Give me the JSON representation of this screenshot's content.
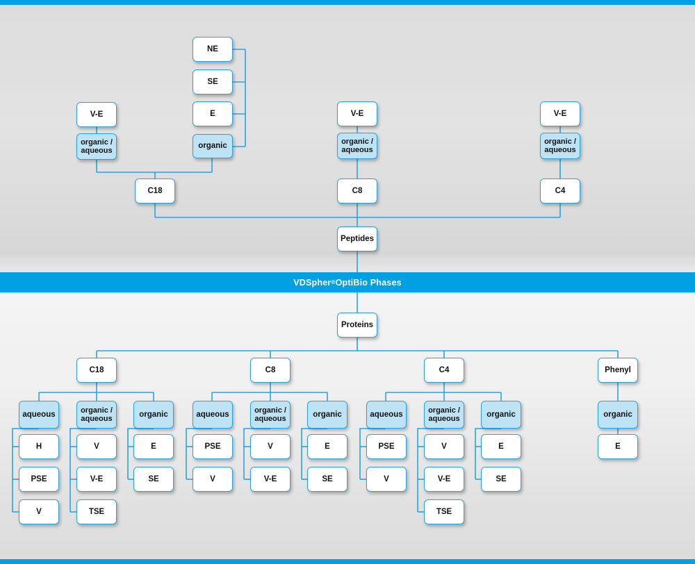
{
  "meta": {
    "accent_blue": "#00a0e3",
    "line_blue": "#2ba2e0",
    "node_fill_white": "#ffffff",
    "node_fill_blue": "#bde3f5",
    "background": "#dcdcdc"
  },
  "banner": {
    "brand": "VDSpher",
    "registered": "®",
    "product": " OptiBio Phases"
  },
  "chart_data": {
    "type": "diagram",
    "title": "VDSpher® OptiBio Phases",
    "sections": [
      "Peptides",
      "Proteins"
    ]
  },
  "peptides": {
    "root_label": "Peptides",
    "branches": [
      {
        "phase": "C18",
        "modes": [
          {
            "label": "organic /\naqueous",
            "fill": "blue",
            "parent_label": "V-E",
            "children": []
          },
          {
            "label": "organic",
            "fill": "blue",
            "parent_label": "",
            "children": [
              "NE",
              "SE",
              "E"
            ]
          }
        ]
      },
      {
        "phase": "C8",
        "modes": [
          {
            "label": "organic /\naqueous",
            "fill": "blue",
            "parent_label": "V-E",
            "children": []
          }
        ]
      },
      {
        "phase": "C4",
        "modes": [
          {
            "label": "organic /\naqueous",
            "fill": "blue",
            "parent_label": "V-E",
            "children": []
          }
        ]
      }
    ]
  },
  "proteins": {
    "root_label": "Proteins",
    "branches": [
      {
        "phase": "C18",
        "modes": [
          {
            "label": "aqueous",
            "children": [
              "H",
              "PSE",
              "V"
            ]
          },
          {
            "label": "organic /\naqueous",
            "children": [
              "V",
              "V-E",
              "TSE"
            ]
          },
          {
            "label": "organic",
            "children": [
              "E",
              "SE"
            ]
          }
        ]
      },
      {
        "phase": "C8",
        "modes": [
          {
            "label": "aqueous",
            "children": [
              "PSE",
              "V"
            ]
          },
          {
            "label": "organic /\naqueous",
            "children": [
              "V",
              "V-E"
            ]
          },
          {
            "label": "organic",
            "children": [
              "E",
              "SE"
            ]
          }
        ]
      },
      {
        "phase": "C4",
        "modes": [
          {
            "label": "aqueous",
            "children": [
              "PSE",
              "V"
            ]
          },
          {
            "label": "organic /\naqueous",
            "children": [
              "V",
              "V-E",
              "TSE"
            ]
          },
          {
            "label": "organic",
            "children": [
              "E",
              "SE"
            ]
          }
        ]
      },
      {
        "phase": "Phenyl",
        "modes": [
          {
            "label": "organic",
            "children": [
              "E"
            ]
          }
        ]
      }
    ]
  },
  "nodes": {
    "top": {
      "c18_ve": "V-E",
      "c18_orgaq": "organic /\naqueous",
      "c18_ne": "NE",
      "c18_se": "SE",
      "c18_e": "E",
      "c18_organic": "organic",
      "c18": "C18",
      "c8_ve": "V-E",
      "c8_orgaq": "organic /\naqueous",
      "c8": "C8",
      "c4_ve": "V-E",
      "c4_orgaq": "organic /\naqueous",
      "c4": "C4",
      "peptides": "Peptides"
    },
    "bottom": {
      "proteins": "Proteins",
      "c18": "C18",
      "c18_aqueous": "aqueous",
      "c18_aq_1": "H",
      "c18_aq_2": "PSE",
      "c18_aq_3": "V",
      "c18_orgaq": "organic /\naqueous",
      "c18_oa_1": "V",
      "c18_oa_2": "V-E",
      "c18_oa_3": "TSE",
      "c18_organic": "organic",
      "c18_o_1": "E",
      "c18_o_2": "SE",
      "c8": "C8",
      "c8_aqueous": "aqueous",
      "c8_aq_1": "PSE",
      "c8_aq_2": "V",
      "c8_orgaq": "organic /\naqueous",
      "c8_oa_1": "V",
      "c8_oa_2": "V-E",
      "c8_organic": "organic",
      "c8_o_1": "E",
      "c8_o_2": "SE",
      "c4": "C4",
      "c4_aqueous": "aqueous",
      "c4_aq_1": "PSE",
      "c4_aq_2": "V",
      "c4_orgaq": "organic /\naqueous",
      "c4_oa_1": "V",
      "c4_oa_2": "V-E",
      "c4_oa_3": "TSE",
      "c4_organic": "organic",
      "c4_o_1": "E",
      "c4_o_2": "SE",
      "phenyl": "Phenyl",
      "phenyl_organic": "organic",
      "phenyl_e": "E"
    }
  }
}
